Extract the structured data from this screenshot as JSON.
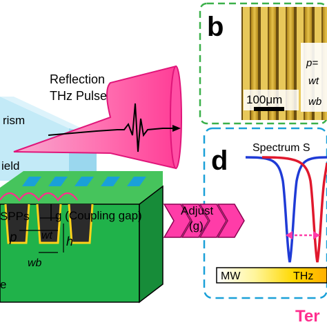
{
  "labels": {
    "reflection_line1": "Reflection",
    "reflection_line2": "THz Pulse",
    "prism": "rism",
    "field": "ield",
    "spps": "SPPs",
    "coupling_gap": "g (Coupling gap)",
    "p": "p",
    "w_t": "wt",
    "h": "h",
    "w_b": "wb",
    "e": "e",
    "adjust_line1": "Adjust",
    "adjust_line2": "(g)"
  },
  "panel_b": {
    "letter": "b",
    "scale_bar": "100μm",
    "p": "p=",
    "w_t": "wt",
    "w_b": "wb"
  },
  "panel_d": {
    "letter": "d",
    "title": "Spectrum S",
    "band_mw": "MW",
    "band_thz": "THz"
  },
  "footer": {
    "partial_word": "Ter"
  },
  "colors": {
    "dash_green": "#3bb04a",
    "dash_cyan": "#1aa0d8",
    "pink": "#ff2e8e",
    "green_block": "#20b24a",
    "prism_blue": "#9fdcf2",
    "curve_blue": "#1f3bd6",
    "curve_red": "#e0182d"
  }
}
